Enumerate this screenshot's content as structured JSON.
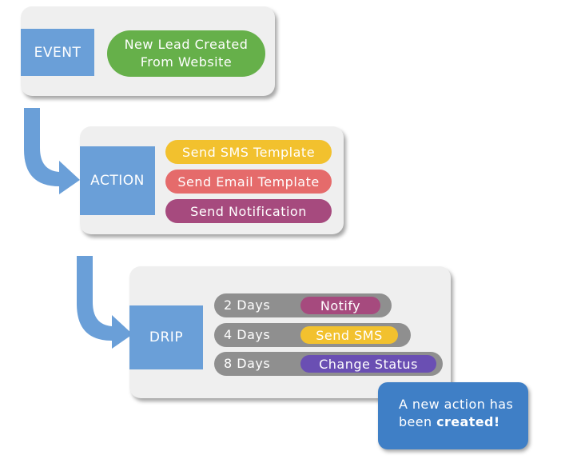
{
  "event": {
    "label": "EVENT",
    "trigger_line1": "New Lead Created",
    "trigger_line2": "From Website"
  },
  "action": {
    "label": "ACTION",
    "items": [
      {
        "label": "Send SMS Template",
        "color": "#f2c12e"
      },
      {
        "label": "Send Email Template",
        "color": "#e56b6b"
      },
      {
        "label": "Send Notification",
        "color": "#a64a7e"
      }
    ]
  },
  "drip": {
    "label": "DRIP",
    "rows": [
      {
        "days": "2 Days",
        "action": "Notify",
        "color": "#a64a7e"
      },
      {
        "days": "4 Days",
        "action": "Send SMS",
        "color": "#f2c12e"
      },
      {
        "days": "8 Days",
        "action": "Change Status",
        "color": "#6a4fb3"
      }
    ]
  },
  "notification": {
    "text_pre": "A new action has been ",
    "text_bold": "created!"
  },
  "colors": {
    "tag_blue": "#6a9fd8",
    "trigger_green": "#66b04a",
    "arrow_blue": "#6a9fd8",
    "card_bg": "#efefef",
    "bubble_blue": "#3f7fc6"
  }
}
